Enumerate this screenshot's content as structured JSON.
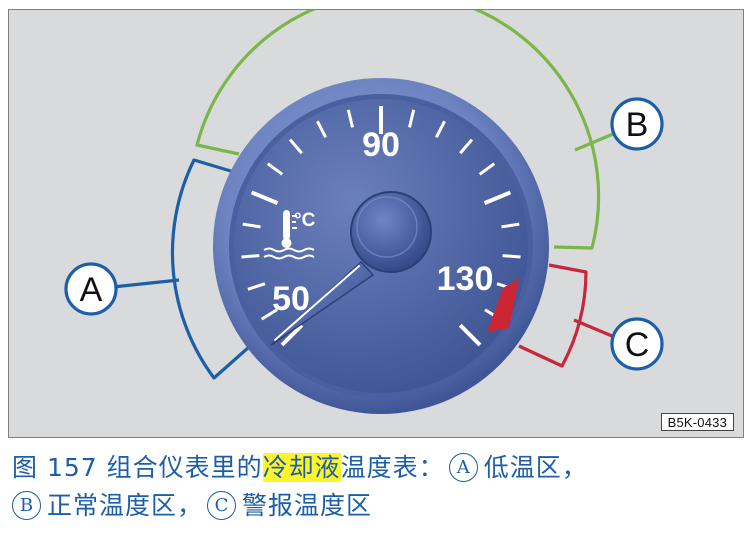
{
  "figure": {
    "scale_labels": {
      "upper": "90",
      "left": "50",
      "right": "130"
    },
    "unit_symbol": "°C",
    "callouts": [
      {
        "key": "A",
        "color": "#1c5fa8"
      },
      {
        "key": "B",
        "color": "#7ab648"
      },
      {
        "key": "C",
        "color": "#c8263c"
      }
    ],
    "code": "B5K-0433"
  },
  "caption": {
    "figure_label": "图",
    "figure_number": "157",
    "title_before": "组合仪表里的",
    "title_highlight": "冷却液",
    "title_after": "温度表：",
    "items": [
      {
        "key": "A",
        "text": "低温区，"
      },
      {
        "key": "B",
        "text": "正常温度区，"
      },
      {
        "key": "C",
        "text": "警报温度区"
      }
    ],
    "text_color": "#1c5fa8",
    "highlight_color": "#fff42b"
  },
  "colors": {
    "panel_bg": "#d9dadb",
    "dial_face": "#5268a6",
    "bezel": "#6f86c2",
    "needle": "#4b61a6",
    "warning_zone": "#cc2533"
  }
}
